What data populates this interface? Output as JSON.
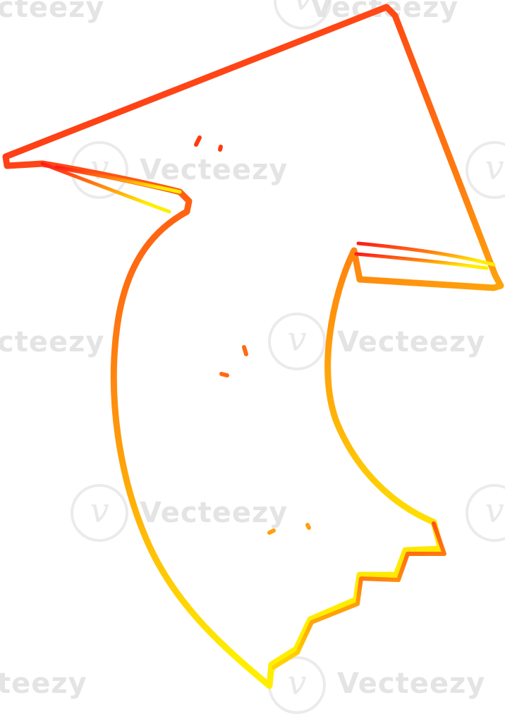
{
  "image": {
    "subject": "hand drawn cartoon arrow pointing up",
    "colors": {
      "gradient_top": "#ff1a1a",
      "gradient_mid": "#ff7a10",
      "gradient_bottom": "#ffee00",
      "background": "#ffffff"
    }
  },
  "watermark": {
    "text_full": "Vecteezy",
    "text_cut_left": "cteezy",
    "text_cut_short": "teezy"
  }
}
